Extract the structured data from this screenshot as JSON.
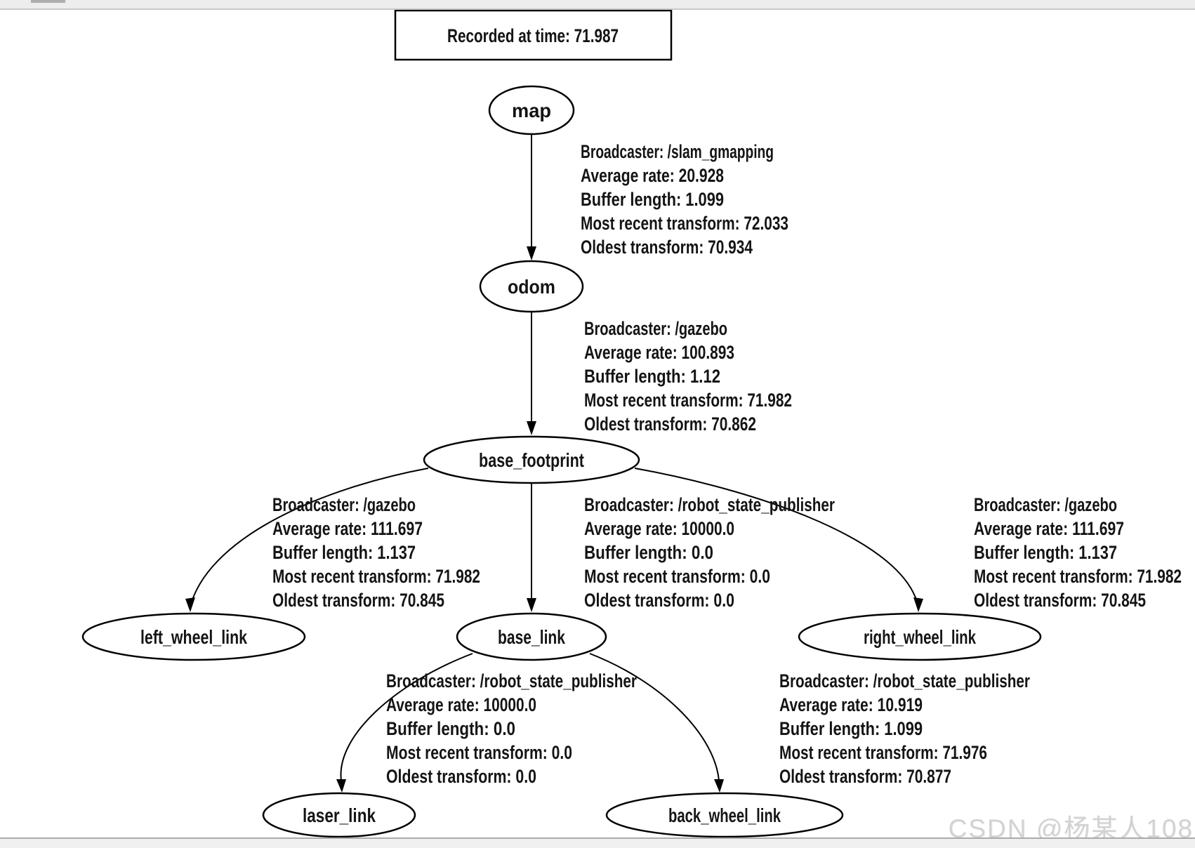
{
  "title_box": {
    "text": "Recorded at time: 71.987"
  },
  "watermark": {
    "text": "CSDN @杨某人108"
  },
  "colors": {
    "ink": "#000000",
    "background": "#ffffff",
    "chrome_bar": "#ededed",
    "watermark": "#d2d2d2"
  },
  "nodes": {
    "map": "map",
    "odom": "odom",
    "base_footprint": "base_footprint",
    "left_wheel_link": "left_wheel_link",
    "base_link": "base_link",
    "right_wheel_link": "right_wheel_link",
    "laser_link": "laser_link",
    "back_wheel_link": "back_wheel_link"
  },
  "edges": [
    {
      "from": "map",
      "to": "odom",
      "broadcaster": "/slam_gmapping",
      "average_rate": 20.928,
      "buffer_length": 1.099,
      "most_recent_transform": 72.033,
      "oldest_transform": 70.934,
      "lines": [
        "Broadcaster: /slam_gmapping",
        "Average rate: 20.928",
        "Buffer length: 1.099",
        "Most recent transform: 72.033",
        "Oldest transform: 70.934"
      ]
    },
    {
      "from": "odom",
      "to": "base_footprint",
      "broadcaster": "/gazebo",
      "average_rate": 100.893,
      "buffer_length": 1.12,
      "most_recent_transform": 71.982,
      "oldest_transform": 70.862,
      "lines": [
        "Broadcaster: /gazebo",
        "Average rate: 100.893",
        "Buffer length: 1.12",
        "Most recent transform: 71.982",
        "Oldest transform: 70.862"
      ]
    },
    {
      "from": "base_footprint",
      "to": "left_wheel_link",
      "broadcaster": "/gazebo",
      "average_rate": 111.697,
      "buffer_length": 1.137,
      "most_recent_transform": 71.982,
      "oldest_transform": 70.845,
      "lines": [
        "Broadcaster: /gazebo",
        "Average rate: 111.697",
        "Buffer length: 1.137",
        "Most recent transform: 71.982",
        "Oldest transform: 70.845"
      ]
    },
    {
      "from": "base_footprint",
      "to": "base_link",
      "broadcaster": "/robot_state_publisher",
      "average_rate": 10000.0,
      "buffer_length": 0.0,
      "most_recent_transform": 0.0,
      "oldest_transform": 0.0,
      "lines": [
        "Broadcaster: /robot_state_publisher",
        "Average rate: 10000.0",
        "Buffer length: 0.0",
        "Most recent transform: 0.0",
        "Oldest transform: 0.0"
      ]
    },
    {
      "from": "base_footprint",
      "to": "right_wheel_link",
      "broadcaster": "/gazebo",
      "average_rate": 111.697,
      "buffer_length": 1.137,
      "most_recent_transform": 71.982,
      "oldest_transform": 70.845,
      "lines": [
        "Broadcaster: /gazebo",
        "Average rate: 111.697",
        "Buffer length: 1.137",
        "Most recent transform: 71.982",
        "Oldest transform: 70.845"
      ]
    },
    {
      "from": "base_link",
      "to": "laser_link",
      "broadcaster": "/robot_state_publisher",
      "average_rate": 10000.0,
      "buffer_length": 0.0,
      "most_recent_transform": 0.0,
      "oldest_transform": 0.0,
      "lines": [
        "Broadcaster: /robot_state_publisher",
        "Average rate: 10000.0",
        "Buffer length: 0.0",
        "Most recent transform: 0.0",
        "Oldest transform: 0.0"
      ]
    },
    {
      "from": "base_link",
      "to": "back_wheel_link",
      "broadcaster": "/robot_state_publisher",
      "average_rate": 10.919,
      "buffer_length": 1.099,
      "most_recent_transform": 71.976,
      "oldest_transform": 70.877,
      "lines": [
        "Broadcaster: /robot_state_publisher",
        "Average rate: 10.919",
        "Buffer length: 1.099",
        "Most recent transform: 71.976",
        "Oldest transform: 70.877"
      ]
    }
  ]
}
